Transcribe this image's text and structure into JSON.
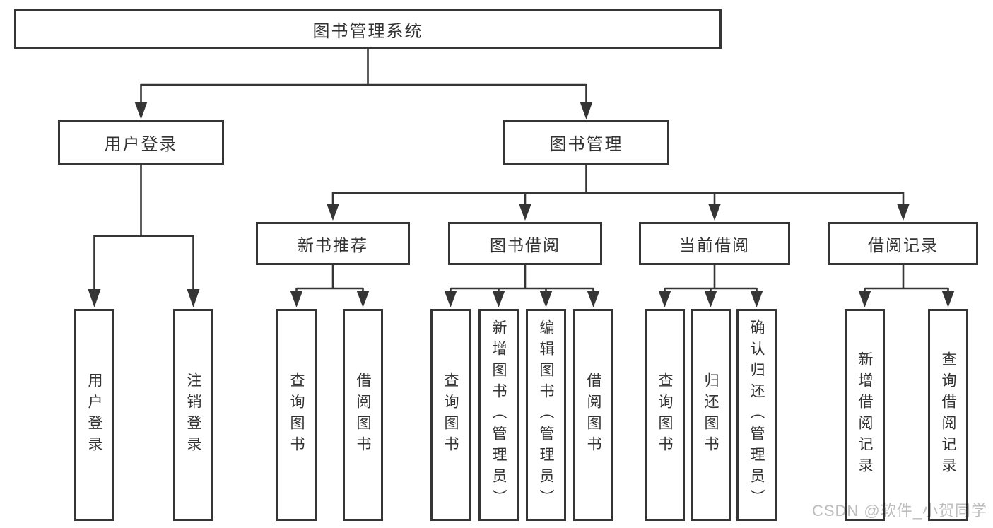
{
  "tree": {
    "root": {
      "label": "图书管理系统"
    },
    "branches": [
      {
        "label": "用户登录",
        "children": [
          {
            "label": "用户登录"
          },
          {
            "label": "注销登录"
          }
        ]
      },
      {
        "label": "图书管理",
        "children": [
          {
            "label": "新书推荐",
            "children": [
              {
                "label": "查询图书"
              },
              {
                "label": "借阅图书"
              }
            ]
          },
          {
            "label": "图书借阅",
            "children": [
              {
                "label": "查询图书"
              },
              {
                "label": "新增图书（管理员）"
              },
              {
                "label": "编辑图书（管理员）"
              },
              {
                "label": "借阅图书"
              }
            ]
          },
          {
            "label": "当前借阅",
            "children": [
              {
                "label": "查询图书"
              },
              {
                "label": "归还图书"
              },
              {
                "label": "确认归还（管理员）"
              }
            ]
          },
          {
            "label": "借阅记录",
            "children": [
              {
                "label": "新增借阅记录"
              },
              {
                "label": "查询借阅记录"
              }
            ]
          }
        ]
      }
    ]
  },
  "watermark": {
    "text": "CSDN @软件_小贺同学"
  },
  "colors": {
    "line": "#353535",
    "text": "#333333",
    "watermark": "#bdbdbd",
    "background": "#ffffff"
  }
}
